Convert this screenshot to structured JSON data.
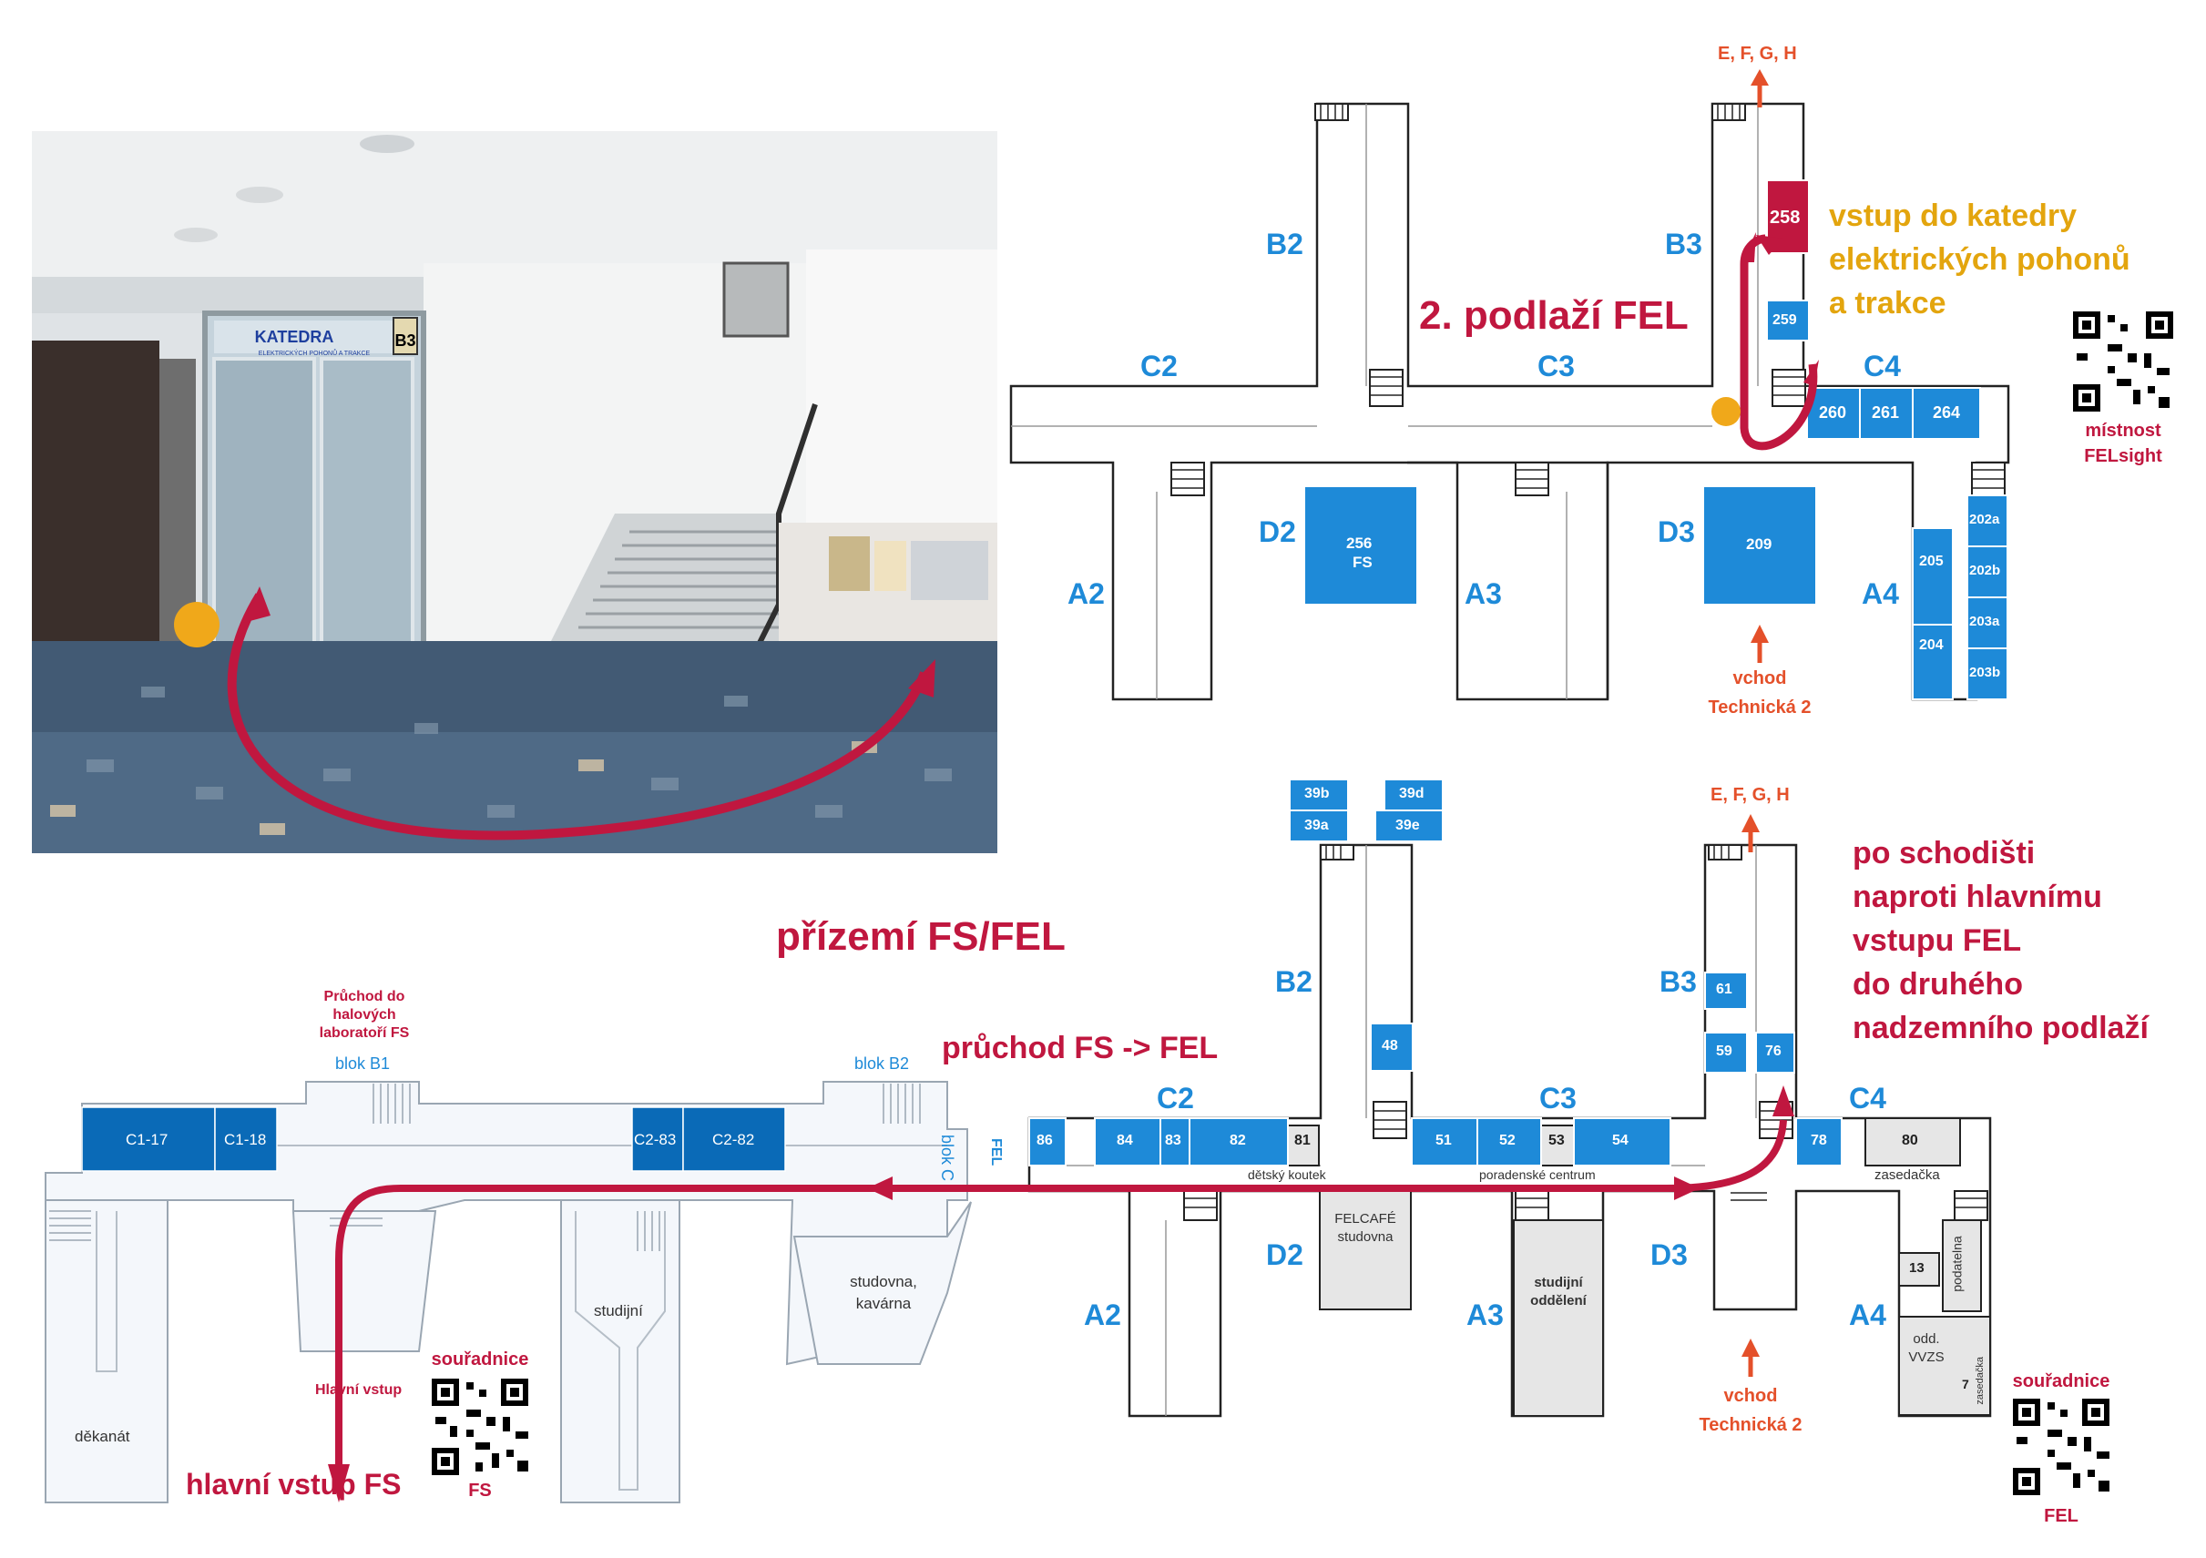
{
  "colors": {
    "room_blue": "#1e8ad8",
    "room_red": "#c0173f",
    "route_red": "#c0173f",
    "marker_gold": "#f0a81a",
    "arrow_orange": "#e4502a",
    "old_map_blue": "#0a6ab7"
  },
  "upper_map": {
    "title": "2. podlaží FEL",
    "wings": [
      "B2",
      "B3",
      "C2",
      "C3",
      "C4",
      "D2",
      "D3",
      "A2",
      "A3",
      "A4"
    ],
    "exit_label": "E, F, G, H",
    "rooms": {
      "r258": "258",
      "r259": "259",
      "r260": "260",
      "r261": "261",
      "r264": "264",
      "r256": "256",
      "r256b": "FS",
      "r209": "209",
      "r205": "205",
      "r204": "204",
      "r202a": "202a",
      "r202b": "202b",
      "r203a": "203a",
      "r203b": "203b"
    },
    "destination_note": [
      "vstup do katedry",
      "elektrických pohonů",
      "a trakce"
    ],
    "entrance": [
      "vchod",
      "Technická 2"
    ],
    "qr_caption": [
      "místnost",
      "FELsight"
    ]
  },
  "lower_map": {
    "title": "přízemí FS/FEL",
    "wings": [
      "B2",
      "B3",
      "C2",
      "C3",
      "C4",
      "D2",
      "D3",
      "A2",
      "A3",
      "A4"
    ],
    "exit_label": "E, F, G, H",
    "rooms": {
      "r39b": "39b",
      "r39d": "39d",
      "r39a": "39a",
      "r39e": "39e",
      "r48": "48",
      "r61": "61",
      "r59": "59",
      "r76": "76",
      "r86": "86",
      "r84": "84",
      "r83": "83",
      "r82": "82",
      "r81": "81",
      "r51": "51",
      "r52": "52",
      "r53": "53",
      "r54": "54",
      "r78": "78",
      "r80": "80",
      "r13": "13",
      "r7": "7"
    },
    "labels": {
      "detsky": "dětský koutek",
      "poradenske": "poradenské centrum",
      "zasedacka": "zasedačka",
      "felcafe": [
        "FELCAFÉ",
        "studovna"
      ],
      "studijni_odd": [
        "studijní",
        "oddělení"
      ],
      "podatelna": "podatelna",
      "odd_vvzs": [
        "odd.",
        "VVZS"
      ],
      "zasedacka_small": "zasedačka"
    },
    "passage_note": "průchod FS -> FEL",
    "instructions": [
      "po schodišti",
      "naproti hlavnímu",
      "vstupu FEL",
      "do druhého",
      "nadzemního podlaží"
    ],
    "entrance": [
      "vchod",
      "Technická 2"
    ],
    "qr_caption": [
      "souřadnice",
      "FEL"
    ]
  },
  "fs_map": {
    "rooms": [
      "C1-17",
      "C1-18",
      "C2-83",
      "C2-82"
    ],
    "blocks": {
      "b1": "blok B1",
      "b2": "blok B2",
      "c": "blok C",
      "fel": "FEL"
    },
    "passage": [
      "Průchod do",
      "halových",
      "laboratoří FS"
    ],
    "rooms_labels": {
      "studovna": [
        "studovna,",
        "kavárna"
      ],
      "studijni": "studijní",
      "dekanat": "děkanát",
      "hlavni_vstup_small": "Hlavní vstup"
    },
    "main_entrance": "hlavní vstup FS",
    "qr_caption": [
      "souřadnice",
      "FS"
    ]
  },
  "photo": {
    "sign_katedra": "KATEDRA",
    "sign_sub": "ELEKTRICKÝCH POHONŮ A TRAKCE",
    "block_sign": "B3"
  }
}
